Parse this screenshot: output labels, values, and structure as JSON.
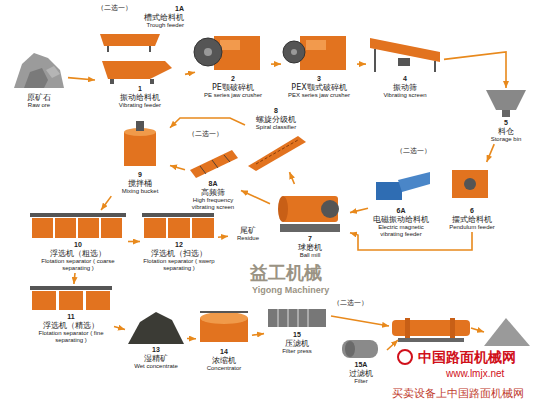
{
  "diagram": {
    "nodes": [
      {
        "text": [
          "原矿石",
          "Raw ore"
        ]
      },
      {
        "text": [
          "1A",
          "槽式给料机",
          "Trough feeder"
        ]
      },
      {
        "text": [
          "1",
          "振动给料机",
          "Vibrating feeder"
        ]
      },
      {
        "text": [
          "2",
          "PE颚破碎机",
          "PE series jaw crusher"
        ]
      },
      {
        "text": [
          "3",
          "PEX颚式破碎机",
          "PEX series jaw crusher"
        ]
      },
      {
        "text": [
          "4",
          "振动筛",
          "Vibrating screen"
        ]
      },
      {
        "text": [
          "5",
          "料仓",
          "Storage bin"
        ]
      },
      {
        "text": [
          "6A",
          "电磁振动给料机",
          "Electric magnetic vibrating feeder"
        ]
      },
      {
        "text": [
          "6",
          "摆式给料机",
          "Pendulum feeder"
        ]
      },
      {
        "text": [
          "7",
          "球磨机",
          "Ball mill"
        ]
      },
      {
        "text": [
          "8",
          "螺旋分级机",
          "Spiral classifier"
        ]
      },
      {
        "text": [
          "8A",
          "高频筛",
          "High frequency vibrating screen"
        ]
      },
      {
        "text": [
          "9",
          "搅拌桶",
          "Mixing bucket"
        ]
      },
      {
        "text": [
          "10",
          "浮选机（粗选）",
          "Flotation separator ( coarse separating )"
        ]
      },
      {
        "text": [
          "12",
          "浮选机（扫选）",
          "Flotation separator ( swerp separating )"
        ]
      },
      {
        "text": [
          "尾矿",
          "Residue"
        ]
      },
      {
        "text": [
          "11",
          "浮选机（精选）",
          "Flotation separator ( fine separating )"
        ]
      },
      {
        "text": [
          "13",
          "湿精矿",
          "Wet concentrate"
        ]
      },
      {
        "text": [
          "14",
          "浓缩机",
          "Concentrator"
        ]
      },
      {
        "text": [
          "15",
          "压滤机",
          "Filter press"
        ]
      },
      {
        "text": [
          "15A",
          "过滤机",
          "Filter"
        ]
      }
    ],
    "edges": [
      {
        "from": 0,
        "to": 2,
        "arrow": "to"
      },
      {
        "from": 2,
        "to": 3,
        "arrow": "to"
      },
      {
        "from": 3,
        "to": 4,
        "arrow": "to"
      },
      {
        "from": 4,
        "to": 5,
        "arrow": "to"
      },
      {
        "from": 5,
        "to": 6,
        "arrow": "to"
      },
      {
        "from": 6,
        "to": 8,
        "arrow": "to"
      },
      {
        "from": 7,
        "to": 9,
        "arrow": "to"
      },
      {
        "from": 8,
        "to": 9,
        "arrow": "to"
      },
      {
        "from": 9,
        "to": 10,
        "arrow": "to"
      },
      {
        "from": 9,
        "to": 11,
        "arrow": "to"
      },
      {
        "from": 10,
        "to": 12,
        "arrow": "to"
      },
      {
        "from": 11,
        "to": 12,
        "arrow": "to"
      },
      {
        "from": 12,
        "to": 13,
        "arrow": "to"
      },
      {
        "from": 13,
        "to": 14,
        "arrow": "to"
      },
      {
        "from": 14,
        "to": 15,
        "arrow": "to"
      },
      {
        "from": 13,
        "to": 16,
        "arrow": "to"
      },
      {
        "from": 16,
        "to": 17,
        "arrow": "to"
      },
      {
        "from": 17,
        "to": 18,
        "arrow": "to"
      },
      {
        "from": 18,
        "to": 19,
        "arrow": "to"
      }
    ],
    "labels": [
      "（二选一）",
      "（二选一）",
      "（二选一）",
      "（二选一）",
      "益工机械",
      "Yigong Machinery",
      "中国路面机械网",
      "www.lmjx.net",
      "买卖设备上中国路面机械网"
    ]
  }
}
